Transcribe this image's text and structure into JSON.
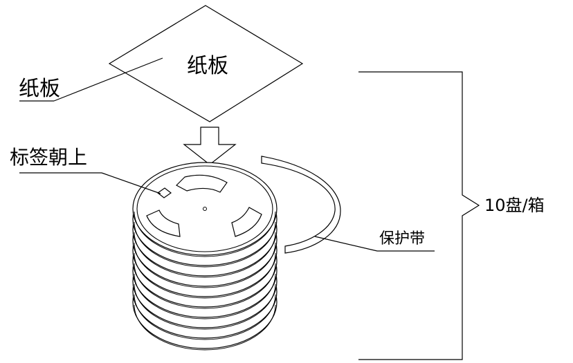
{
  "labels": {
    "cardboard_center": "纸板",
    "cardboard_callout": "纸板",
    "label_up": "标签朝上",
    "protective_tape": "保护带",
    "quantity": "10盘/箱"
  },
  "colors": {
    "line": "#000000",
    "background": "#ffffff"
  },
  "reel_stack": {
    "disc_count": 10
  }
}
